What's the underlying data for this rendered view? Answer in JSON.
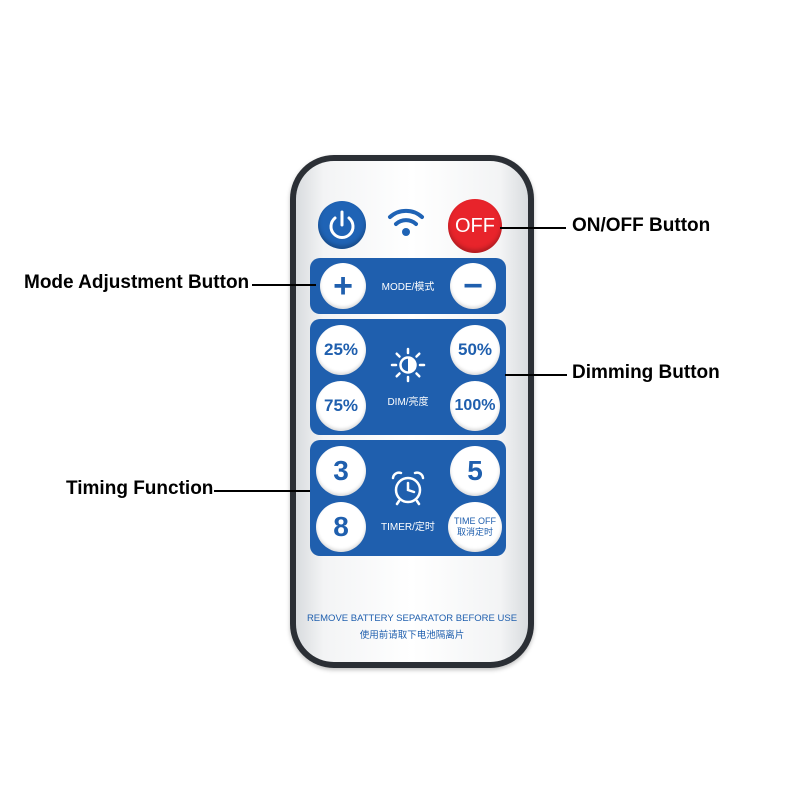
{
  "remote": {
    "off_label": "OFF",
    "mode_panel": {
      "plus_label": "+",
      "minus_label": "−",
      "label": "MODE/模式"
    },
    "dim_panel": {
      "b25": "25%",
      "b50": "50%",
      "b75": "75%",
      "b100": "100%",
      "label": "DIM/亮度"
    },
    "timer_panel": {
      "b3": "3",
      "b5": "5",
      "b8": "8",
      "timeoff_en": "TIME OFF",
      "timeoff_cn": "取消定时",
      "label": "TIMER/定时"
    },
    "footer_en": "REMOVE BATTERY SEPARATOR BEFORE USE",
    "footer_cn": "使用前请取下电池隔离片"
  },
  "callouts": {
    "onoff": "ON/OFF Button",
    "mode": "Mode Adjustment Button",
    "dimming": "Dimming Button",
    "timing": "Timing Function"
  },
  "colors": {
    "panel_blue": "#1f5fae",
    "power_blue": "#1f63b5",
    "off_red": "#e8242b",
    "frame": "#2b2f35"
  },
  "icons": [
    "power-icon",
    "wifi-icon",
    "sun-icon",
    "alarm-clock-icon"
  ]
}
